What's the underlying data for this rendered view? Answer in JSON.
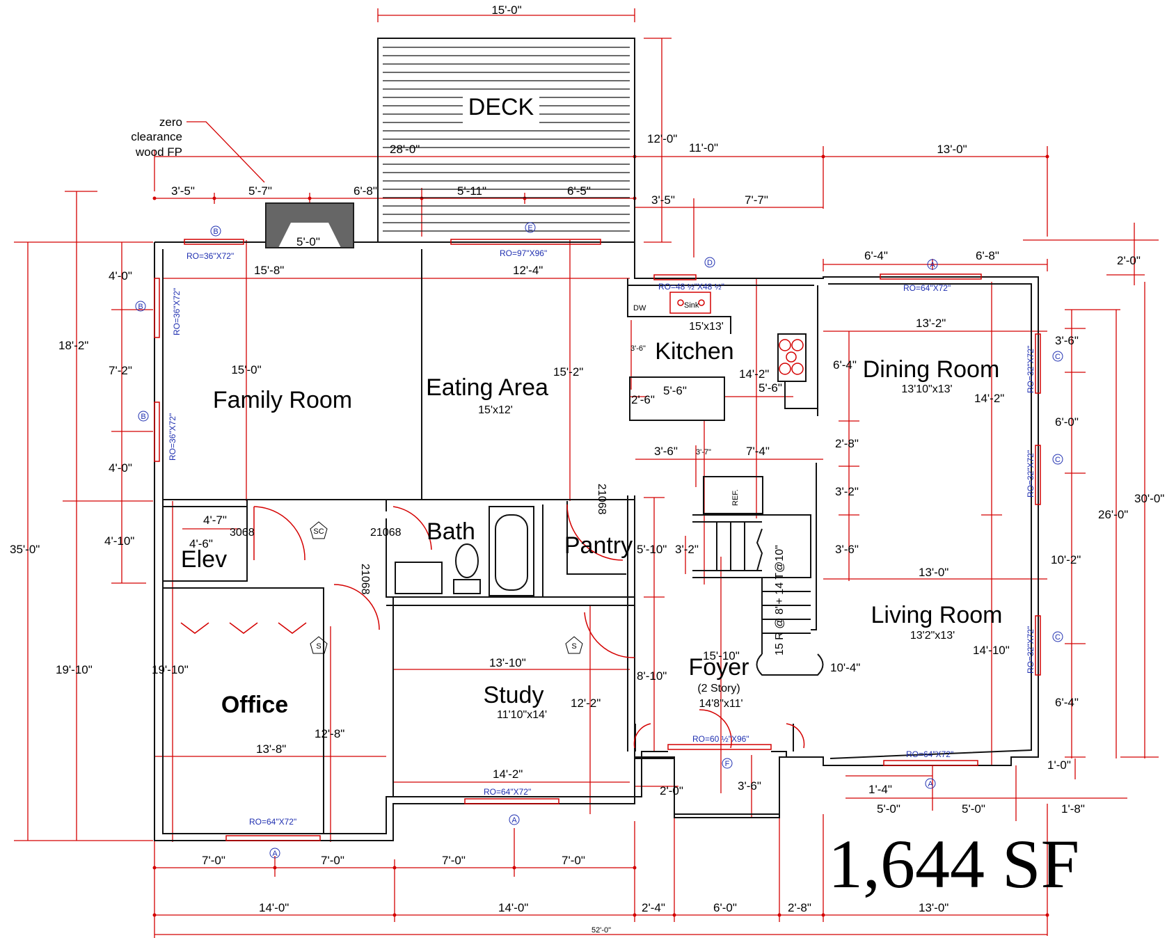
{
  "total_area": "1,644 SF",
  "rooms": {
    "deck": {
      "name": "DECK"
    },
    "family_room": {
      "name": "Family Room",
      "dim": "15'-0\""
    },
    "eating_area": {
      "name": "Eating Area",
      "size": "15'x12'"
    },
    "kitchen": {
      "name": "Kitchen",
      "size": "15'x13'"
    },
    "dining_room": {
      "name": "Dining Room",
      "size": "13'10\"x13'"
    },
    "living_room": {
      "name": "Living Room",
      "size": "13'2\"x13'"
    },
    "bath": {
      "name": "Bath"
    },
    "pantry": {
      "name": "Pantry"
    },
    "elev": {
      "name": "Elev"
    },
    "office": {
      "name": "Office"
    },
    "study": {
      "name": "Study",
      "size": "11'10\"x14'"
    },
    "foyer": {
      "name": "Foyer",
      "note": "(2 Story)",
      "size": "14'8\"x11'"
    }
  },
  "fixtures": {
    "dw": "DW",
    "sink": "Sink",
    "ref": "REF.",
    "stairs": "15 R @ 8\"+ 14 T@10\""
  },
  "note_fireplace": [
    "zero",
    "clearance",
    "wood FP"
  ],
  "door_tags": {
    "d3068": "3068",
    "d21068": "21068",
    "sc": "SC",
    "s": "S"
  },
  "window_tags": {
    "A": "A",
    "B": "B",
    "C": "C",
    "D": "D",
    "E": "E",
    "F": "F"
  },
  "window_ro": {
    "b_top": "RO=36\"X72\"",
    "e_top": "RO=97\"X96\"",
    "d_top": "RO=48 ½\"X48 ½\"",
    "a_dining": "RO=64\"X72\"",
    "b_left": "RO=36\"X72\"",
    "c_right": "RO=32\"X72\"",
    "f_foyer": "RO=60 ½\"X96\"",
    "a_living": "RO=64\"X72\"",
    "a_study": "RO=64\"X72\"",
    "a_office": "RO=64\"X72\""
  },
  "dims": {
    "deck_w": "15'-0\"",
    "deck_h": "12'-0\"",
    "top_28": "28'-0\"",
    "top_11": "11'-0\"",
    "top_13": "13'-0\"",
    "t_3_5": "3'-5\"",
    "t_5_7": "5'-7\"",
    "t_6_8": "6'-8\"",
    "t_5_11": "5'-11\"",
    "t_6_5": "6'-5\"",
    "t_3_5b": "3'-5\"",
    "t_7_7": "7'-7\"",
    "fp_5_0": "5'-0\"",
    "fr_15_8": "15'-8\"",
    "ea_12_4": "12'-4\"",
    "dr_6_4": "6'-4\"",
    "dr_6_8": "6'-8\"",
    "dr_2_0": "2'-0\"",
    "dr_13_2": "13'-2\"",
    "dr_6_4v": "6'-4\"",
    "l_4_0": "4'-0\"",
    "l_7_2": "7'-2\"",
    "l_4_0b": "4'-0\"",
    "l_4_10": "4'-10\"",
    "l_18_2": "18'-2\"",
    "l_35_0": "35'-0\"",
    "l_19_10": "19'-10\"",
    "l_19_10b": "19'-10\"",
    "ea_15_2": "15'-2\"",
    "k_3_6": "3'-6\"",
    "k_14_2": "14'-2\"",
    "k_5_6": "5'-6\"",
    "k_2_6": "2'-6\"",
    "k_5_6b": "5'-6\"",
    "k_3_6b": "3'-6\"",
    "k_3_7": "3'-7\"",
    "k_7_4": "7'-4\"",
    "s_2_8": "2'-8\"",
    "s_3_2": "3'-2\"",
    "s_3_6": "3'-6\"",
    "s_3_2b": "3'-2\"",
    "p_5_10": "5'-10\"",
    "e_4_7": "4'-7\"",
    "e_4_6": "4'-6\"",
    "st_13_10": "13'-10\"",
    "st_12_2": "12'-2\"",
    "st_8_10": "8'-10\"",
    "st_14_2": "14'-2\"",
    "of_13_8": "13'-8\"",
    "of_12_8": "12'-8\"",
    "fo_15_10": "15'-10\"",
    "fo_10_4": "10'-4\"",
    "fo_3_6": "3'-6\"",
    "fo_2_0": "2'-0\"",
    "lr_13_0": "13'-0\"",
    "lr_14_10": "14'-10\"",
    "dr_14_2": "14'-2\"",
    "r_3_6": "3'-6\"",
    "r_6_0": "6'-0\"",
    "r_10_2": "10'-2\"",
    "r_6_4": "6'-4\"",
    "r_1_0": "1'-0\"",
    "r_26_0": "26'-0\"",
    "r_30_0": "30'-0\"",
    "b_1_4": "1'-4\"",
    "b_5_0": "5'-0\"",
    "b_5_0b": "5'-0\"",
    "b_1_8": "1'-8\"",
    "b_7_0a": "7'-0\"",
    "b_7_0b": "7'-0\"",
    "b_7_0c": "7'-0\"",
    "b_7_0d": "7'-0\"",
    "b_14_0a": "14'-0\"",
    "b_14_0b": "14'-0\"",
    "b_2_4": "2'-4\"",
    "b_6_0": "6'-0\"",
    "b_2_8": "2'-8\"",
    "b_13_0": "13'-0\"",
    "b_52_0": "52'-0\""
  }
}
